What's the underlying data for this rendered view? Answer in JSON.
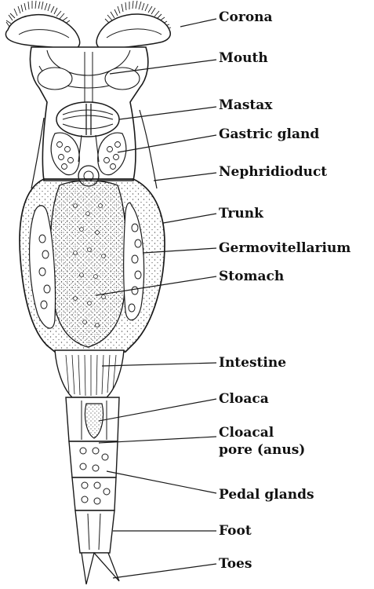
{
  "labels": {
    "corona": "Corona",
    "mouth": "Mouth",
    "mastax": "Mastax",
    "gastric_gland": "Gastric gland",
    "nephridioduct": "Nephridioduct",
    "trunk": "Trunk",
    "germovitellarium": "Germovitellarium",
    "stomach": "Stomach",
    "intestine": "Intestine",
    "cloaca": "Cloaca",
    "cloacal_pore_line1": "Cloacal",
    "cloacal_pore_line2": "pore (anus)",
    "pedal_glands": "Pedal glands",
    "foot": "Foot",
    "toes": "Toes"
  },
  "colors": {
    "ink": "#1a1a1a",
    "background": "#ffffff",
    "stipple": "#555555"
  }
}
